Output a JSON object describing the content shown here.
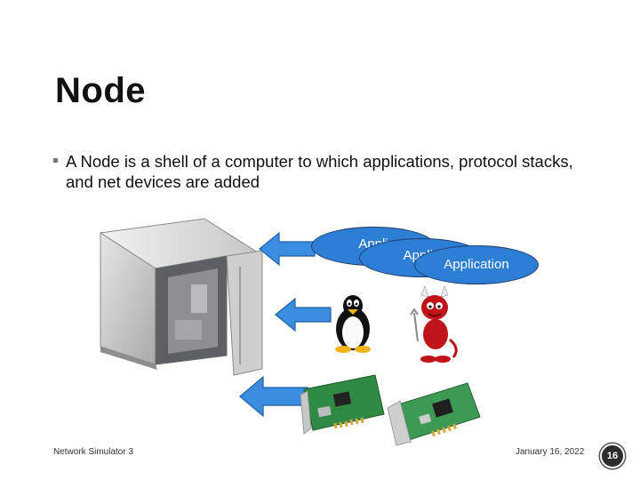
{
  "slide": {
    "title": "Node",
    "bullet": "A Node is a shell of a computer to which applications, protocol stacks, and net devices are added",
    "applications": [
      "Appli",
      "Applic",
      "Application"
    ],
    "footer_left": "Network Simulator 3",
    "footer_date": "January 16, 2022",
    "page_number": "16"
  },
  "colors": {
    "bubble_fill": "#2d7fd6",
    "arrow_fill": "#3b8de0",
    "badge": "#2d2d2d"
  },
  "icons": [
    "computer-case-image",
    "linux-penguin-icon",
    "bsd-daemon-icon",
    "network-card-image",
    "arrow-left-icon"
  ]
}
